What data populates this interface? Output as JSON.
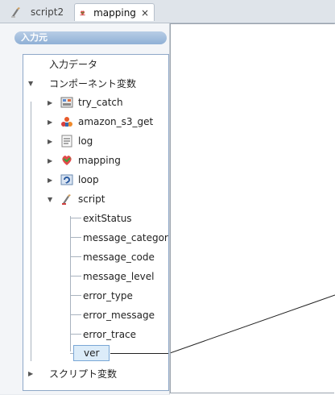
{
  "tabs": [
    {
      "label": "script2",
      "icon": "script-icon",
      "active": false
    },
    {
      "label": "mapping",
      "icon": "mapping-icon",
      "active": true,
      "close": "×"
    }
  ],
  "panel": {
    "header": "入力元",
    "tree": {
      "input_data": "入力データ",
      "component_vars": "コンポーネント変数",
      "components": [
        {
          "label": "try_catch",
          "icon": "try-catch-icon"
        },
        {
          "label": "amazon_s3_get",
          "icon": "amazon-s3-icon"
        },
        {
          "label": "log",
          "icon": "log-icon"
        },
        {
          "label": "mapping",
          "icon": "mapping-icon"
        },
        {
          "label": "loop",
          "icon": "loop-icon"
        },
        {
          "label": "script",
          "icon": "script-icon"
        }
      ],
      "script_children": [
        "exitStatus",
        "message_category",
        "message_code",
        "message_level",
        "error_type",
        "error_message",
        "error_trace"
      ],
      "selected": "ver",
      "script_vars": "スクリプト変数"
    }
  },
  "colors": {
    "accent": "#8fb0d6",
    "selection": "#dcecf9"
  }
}
